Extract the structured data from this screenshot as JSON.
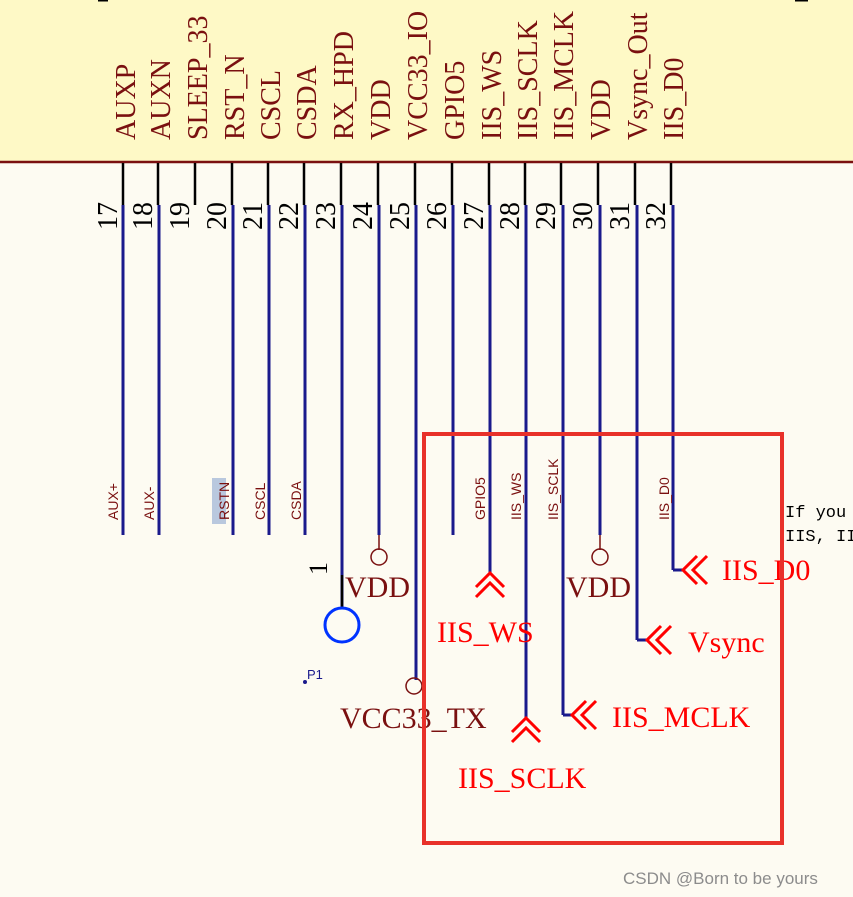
{
  "colors": {
    "background": "#fdfbf2",
    "body_fill": "#fef9c6",
    "body_border": "#7a1010",
    "wire": "#1a1a8c",
    "pin_line": "#000000",
    "pin_text": "#7a1010",
    "port": "#ff0000",
    "power_text": "#7a1010",
    "highlight_box": "#e8312a",
    "circle": "#0033ff",
    "watermark": "#8c8c8c"
  },
  "pins": [
    {
      "num": "17",
      "name": "AUXP",
      "net": "AUX+"
    },
    {
      "num": "18",
      "name": "AUXN",
      "net": "AUX-"
    },
    {
      "num": "19",
      "name": "SLEEP_33",
      "net": ""
    },
    {
      "num": "20",
      "name": "RST_N",
      "net": ""
    },
    {
      "num": "21",
      "name": "CSCL",
      "net": "RSTN"
    },
    {
      "num": "22",
      "name": "CSDA",
      "net": "CSCL"
    },
    {
      "num": "23",
      "name": "RX_HPD",
      "net": "CSDA"
    },
    {
      "num": "24",
      "name": "VDD",
      "net": ""
    },
    {
      "num": "25",
      "name": "VCC33_IO",
      "net": ""
    },
    {
      "num": "26",
      "name": "GPIO5",
      "net": ""
    },
    {
      "num": "27",
      "name": "IIS_WS",
      "net": "GPIO5"
    },
    {
      "num": "28",
      "name": "IIS_SCLK",
      "net": "IIS_WS"
    },
    {
      "num": "29",
      "name": "IIS_MCLK",
      "net": "IIS_SCLK"
    },
    {
      "num": "30",
      "name": "VDD",
      "net": "IIS_MCLK"
    },
    {
      "num": "31",
      "name": "Vsync_Out",
      "net": ""
    },
    {
      "num": "32",
      "name": "IIS_D0",
      "net": "VSYNC"
    },
    {
      "num": "",
      "name": "",
      "net": "IIS_D0"
    }
  ],
  "power": {
    "vdd_left": "VDD",
    "vdd_right": "VDD",
    "vcc33": "VCC33_TX"
  },
  "ports": {
    "iis_ws": "IIS_WS",
    "iis_sclk": "IIS_SCLK",
    "iis_mclk": "IIS_MCLK",
    "vsync": "Vsync",
    "iis_d0": "IIS_D0"
  },
  "test_point": {
    "pin_num": "1",
    "ref": "P1"
  },
  "note": {
    "line1": "If you",
    "line2": "IIS, II"
  },
  "watermark": "CSDN @Born to be yours"
}
